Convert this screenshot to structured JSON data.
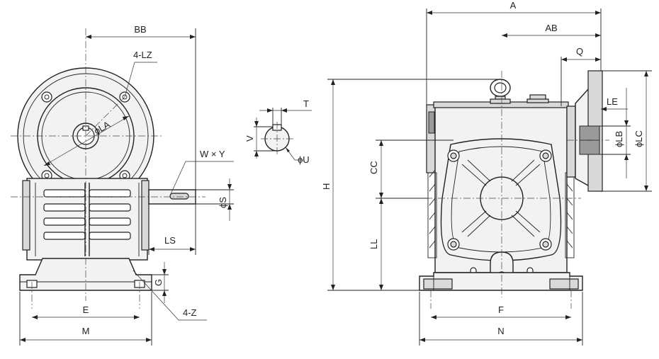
{
  "labels": {
    "bb": "BB",
    "lz": "4-LZ",
    "la": "LA",
    "t": "T",
    "v": "V",
    "u": "U",
    "wy": "W × Y",
    "s": "S",
    "ls": "LS",
    "g": "G",
    "z": "4-Z",
    "e": "E",
    "m": "M",
    "a": "A",
    "ab": "AB",
    "q": "Q",
    "le": "LE",
    "lb": "LB",
    "lc": "LC",
    "h": "H",
    "cc": "CC",
    "ll": "LL",
    "f": "F",
    "n": "N"
  },
  "phi": "ϕ"
}
